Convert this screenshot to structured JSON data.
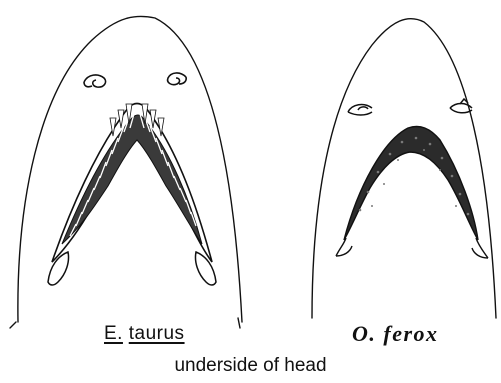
{
  "figure": {
    "left_species": {
      "genus_abbrev": "E.",
      "species_name": "taurus"
    },
    "right_species": {
      "name": "O. ferox"
    },
    "caption": "underside of head"
  },
  "colors": {
    "ink": "#111111",
    "background": "#ffffff",
    "dark_fill": "#2b2b2b"
  }
}
